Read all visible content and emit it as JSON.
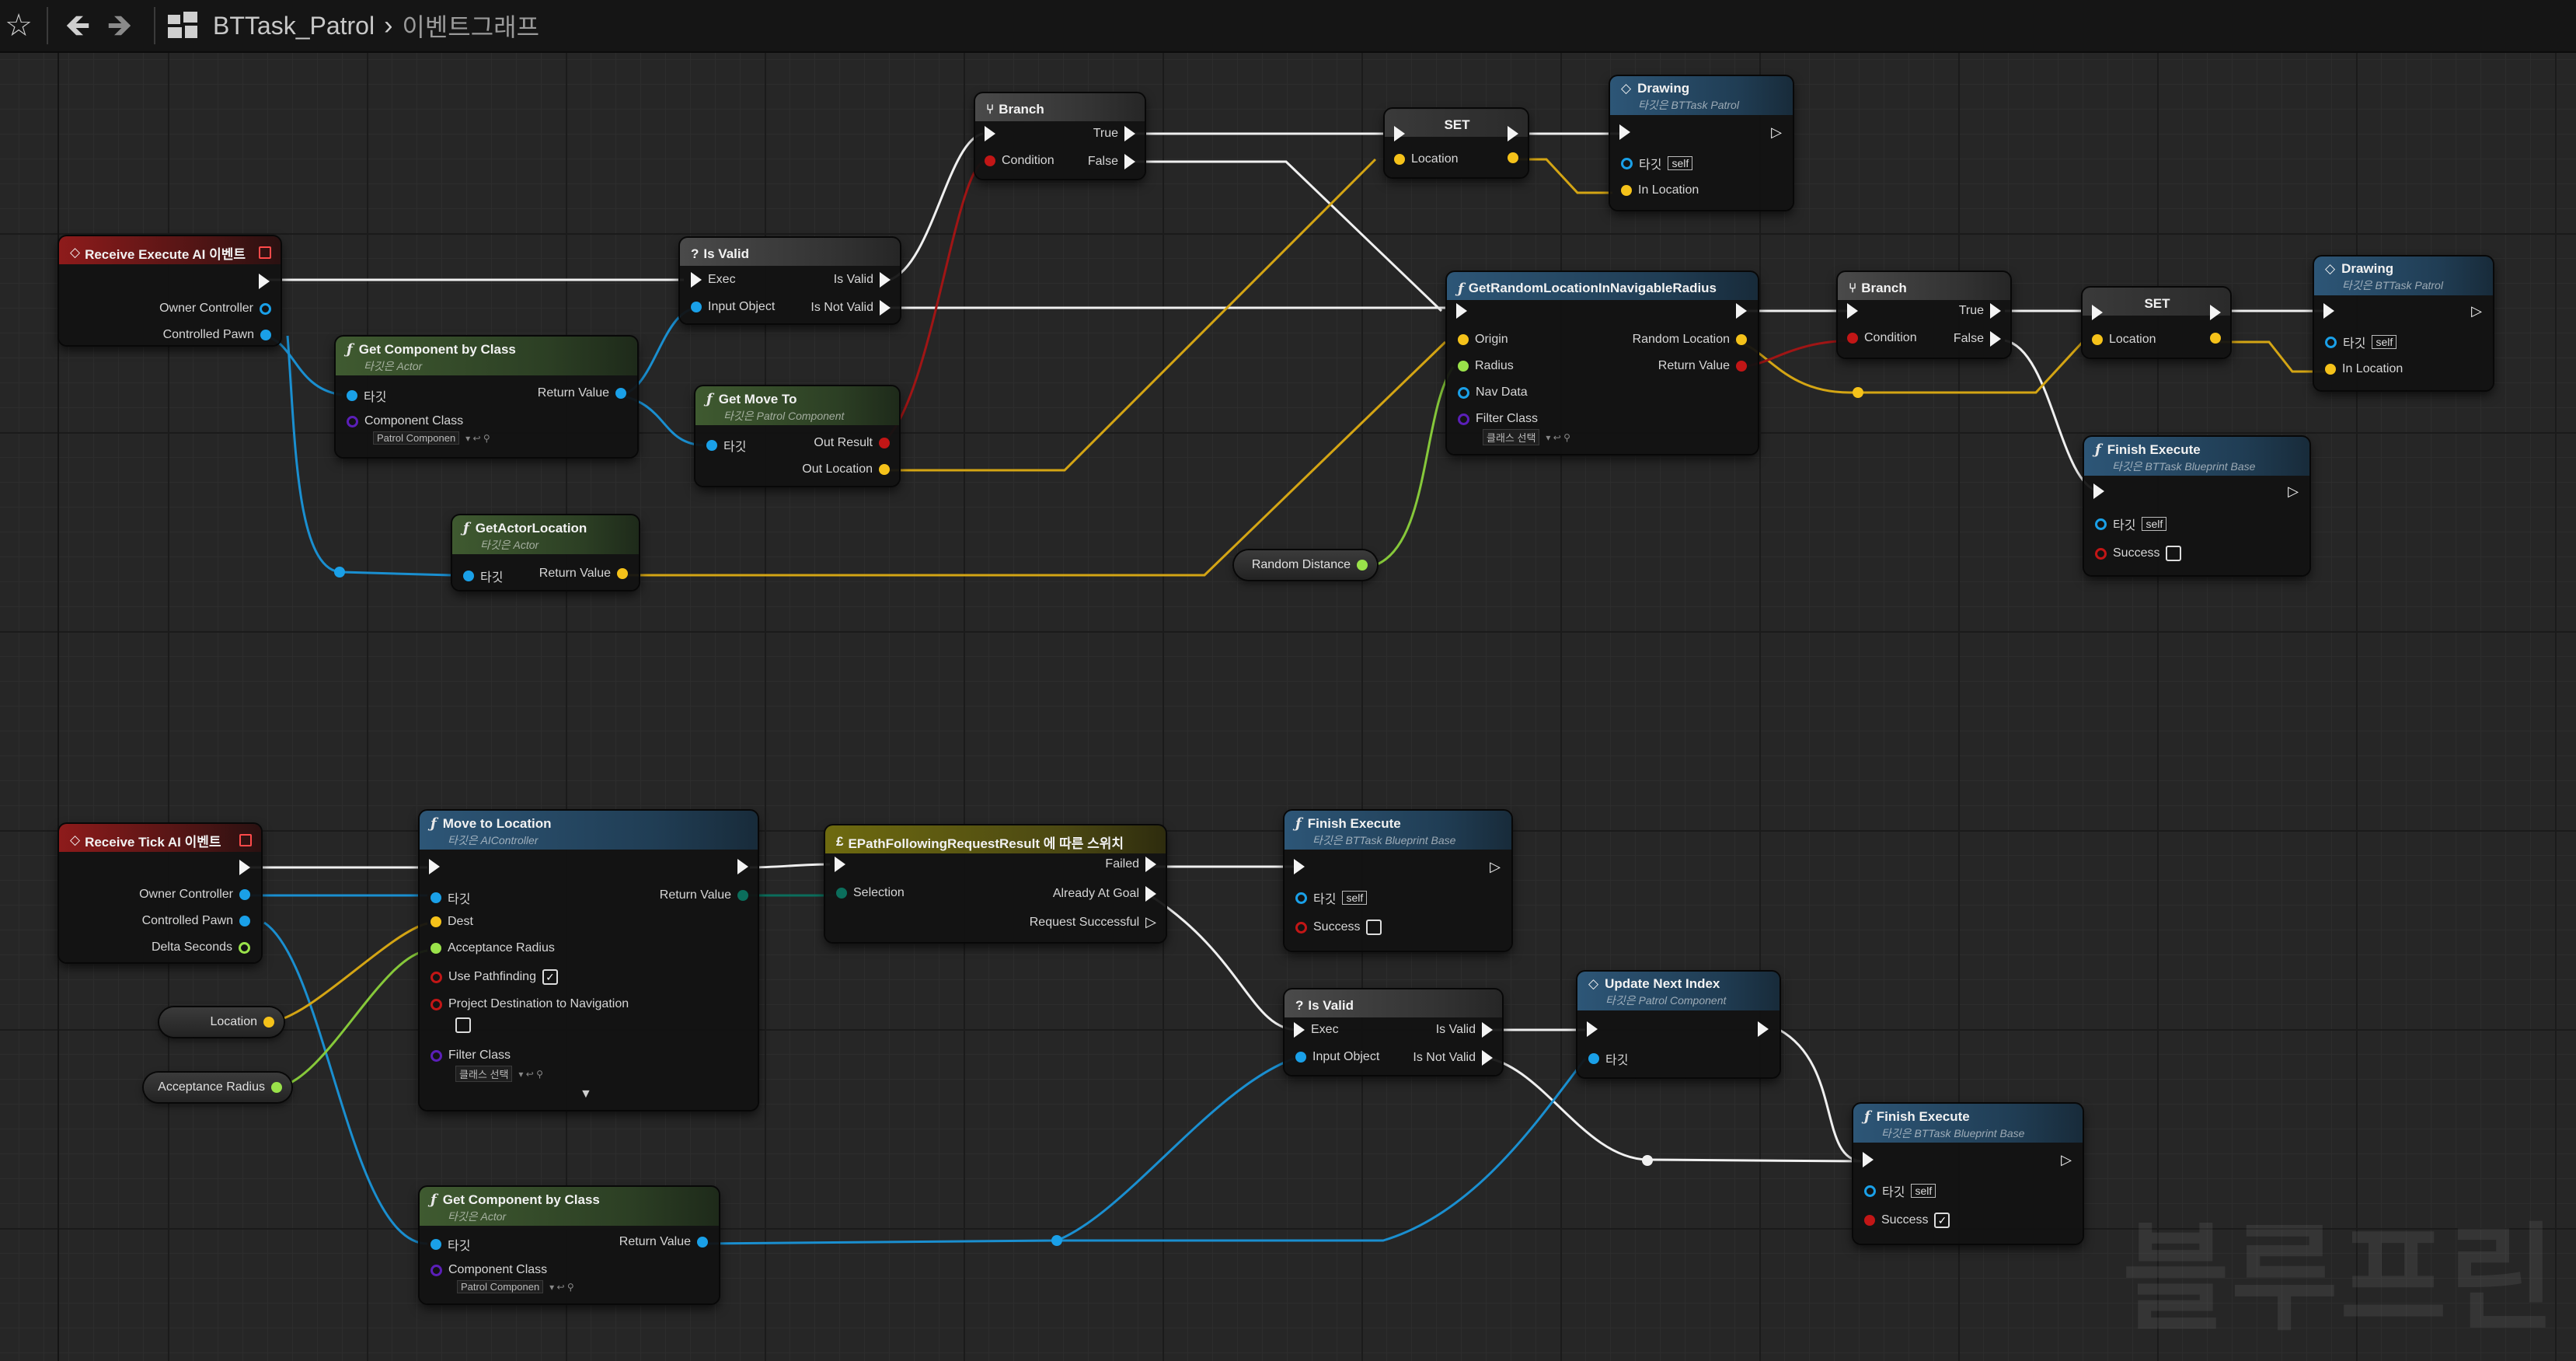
{
  "toolbar": {
    "asset_name": "BTTask_Patrol",
    "graph_name": "이벤트그래프"
  },
  "watermark": "블루프린",
  "nodes": {
    "receive_execute": {
      "title": "Receive Execute AI 이벤트",
      "pins": [
        "Owner Controller",
        "Controlled Pawn"
      ]
    },
    "is_valid_1": {
      "title": "Is Valid",
      "in_exec": "Exec",
      "in_object": "Input Object",
      "out_valid": "Is Valid",
      "out_not_valid": "Is Not Valid"
    },
    "branch_1": {
      "title": "Branch",
      "condition": "Condition",
      "true_label": "True",
      "false_label": "False"
    },
    "set_1": {
      "title": "SET",
      "pin": "Location"
    },
    "drawing_1": {
      "title": "Drawing",
      "subtitle": "타깃은 BTTask Patrol",
      "target": "타깃",
      "self": "self",
      "in_location": "In Location"
    },
    "get_component_1": {
      "title": "Get Component by Class",
      "subtitle": "타깃은 Actor",
      "target": "타깃",
      "return_value": "Return Value",
      "component_class": "Component Class",
      "class_value": "Patrol Componen"
    },
    "get_move_to": {
      "title": "Get Move To",
      "subtitle": "타깃은 Patrol Component",
      "target": "타깃",
      "out_result": "Out Result",
      "out_location": "Out Location"
    },
    "get_actor_location": {
      "title": "GetActorLocation",
      "subtitle": "타깃은 Actor",
      "target": "타깃",
      "return_value": "Return Value"
    },
    "get_random_location": {
      "title": "GetRandomLocationInNavigableRadius",
      "origin": "Origin",
      "radius": "Radius",
      "nav_data": "Nav Data",
      "filter_class": "Filter Class",
      "filter_value": "클래스 선택",
      "random_location": "Random Location",
      "return_value": "Return Value"
    },
    "random_distance": {
      "label": "Random Distance"
    },
    "branch_2": {
      "title": "Branch",
      "condition": "Condition",
      "true_label": "True",
      "false_label": "False"
    },
    "set_2": {
      "title": "SET",
      "pin": "Location"
    },
    "drawing_2": {
      "title": "Drawing",
      "subtitle": "타깃은 BTTask Patrol",
      "target": "타깃",
      "self": "self",
      "in_location": "In Location"
    },
    "finish_execute_1": {
      "title": "Finish Execute",
      "subtitle": "타깃은 BTTask Blueprint Base",
      "target": "타깃",
      "self": "self",
      "success": "Success"
    },
    "receive_tick": {
      "title": "Receive Tick AI 이벤트",
      "pins": [
        "Owner Controller",
        "Controlled Pawn",
        "Delta Seconds"
      ]
    },
    "location_var": {
      "label": "Location"
    },
    "acceptance_var": {
      "label": "Acceptance Radius"
    },
    "move_to_location": {
      "title": "Move to Location",
      "subtitle": "타깃은 AIController",
      "target": "타깃",
      "dest": "Dest",
      "acceptance_radius": "Acceptance Radius",
      "use_pathfinding": "Use Pathfinding",
      "project_destination": "Project Destination to Navigation",
      "filter_class": "Filter Class",
      "filter_value": "클래스 선택",
      "return_value": "Return Value"
    },
    "switch_node": {
      "title": "EPathFollowingRequestResult 에 따른 스위치",
      "selection": "Selection",
      "failed": "Failed",
      "already_at_goal": "Already At Goal",
      "request_successful": "Request Successful"
    },
    "finish_execute_2": {
      "title": "Finish Execute",
      "subtitle": "타깃은 BTTask Blueprint Base",
      "target": "타깃",
      "self": "self",
      "success": "Success"
    },
    "is_valid_2": {
      "title": "Is Valid",
      "in_exec": "Exec",
      "in_object": "Input Object",
      "out_valid": "Is Valid",
      "out_not_valid": "Is Not Valid"
    },
    "update_next_index": {
      "title": "Update Next Index",
      "subtitle": "타깃은 Patrol Component",
      "target": "타깃"
    },
    "finish_execute_3": {
      "title": "Finish Execute",
      "subtitle": "타깃은 BTTask Blueprint Base",
      "target": "타깃",
      "self": "self",
      "success": "Success"
    },
    "get_component_2": {
      "title": "Get Component by Class",
      "subtitle": "타깃은 Actor",
      "target": "타깃",
      "return_value": "Return Value",
      "component_class": "Component Class",
      "class_value": "Patrol Componen"
    }
  },
  "colors": {
    "exec": "#f4f4f4",
    "object": "#1aa0e8",
    "vector": "#f5c21a",
    "float": "#9ae24a",
    "bool": "#c21616",
    "class": "#5b1fb8",
    "enum": "#0b6e5c"
  }
}
